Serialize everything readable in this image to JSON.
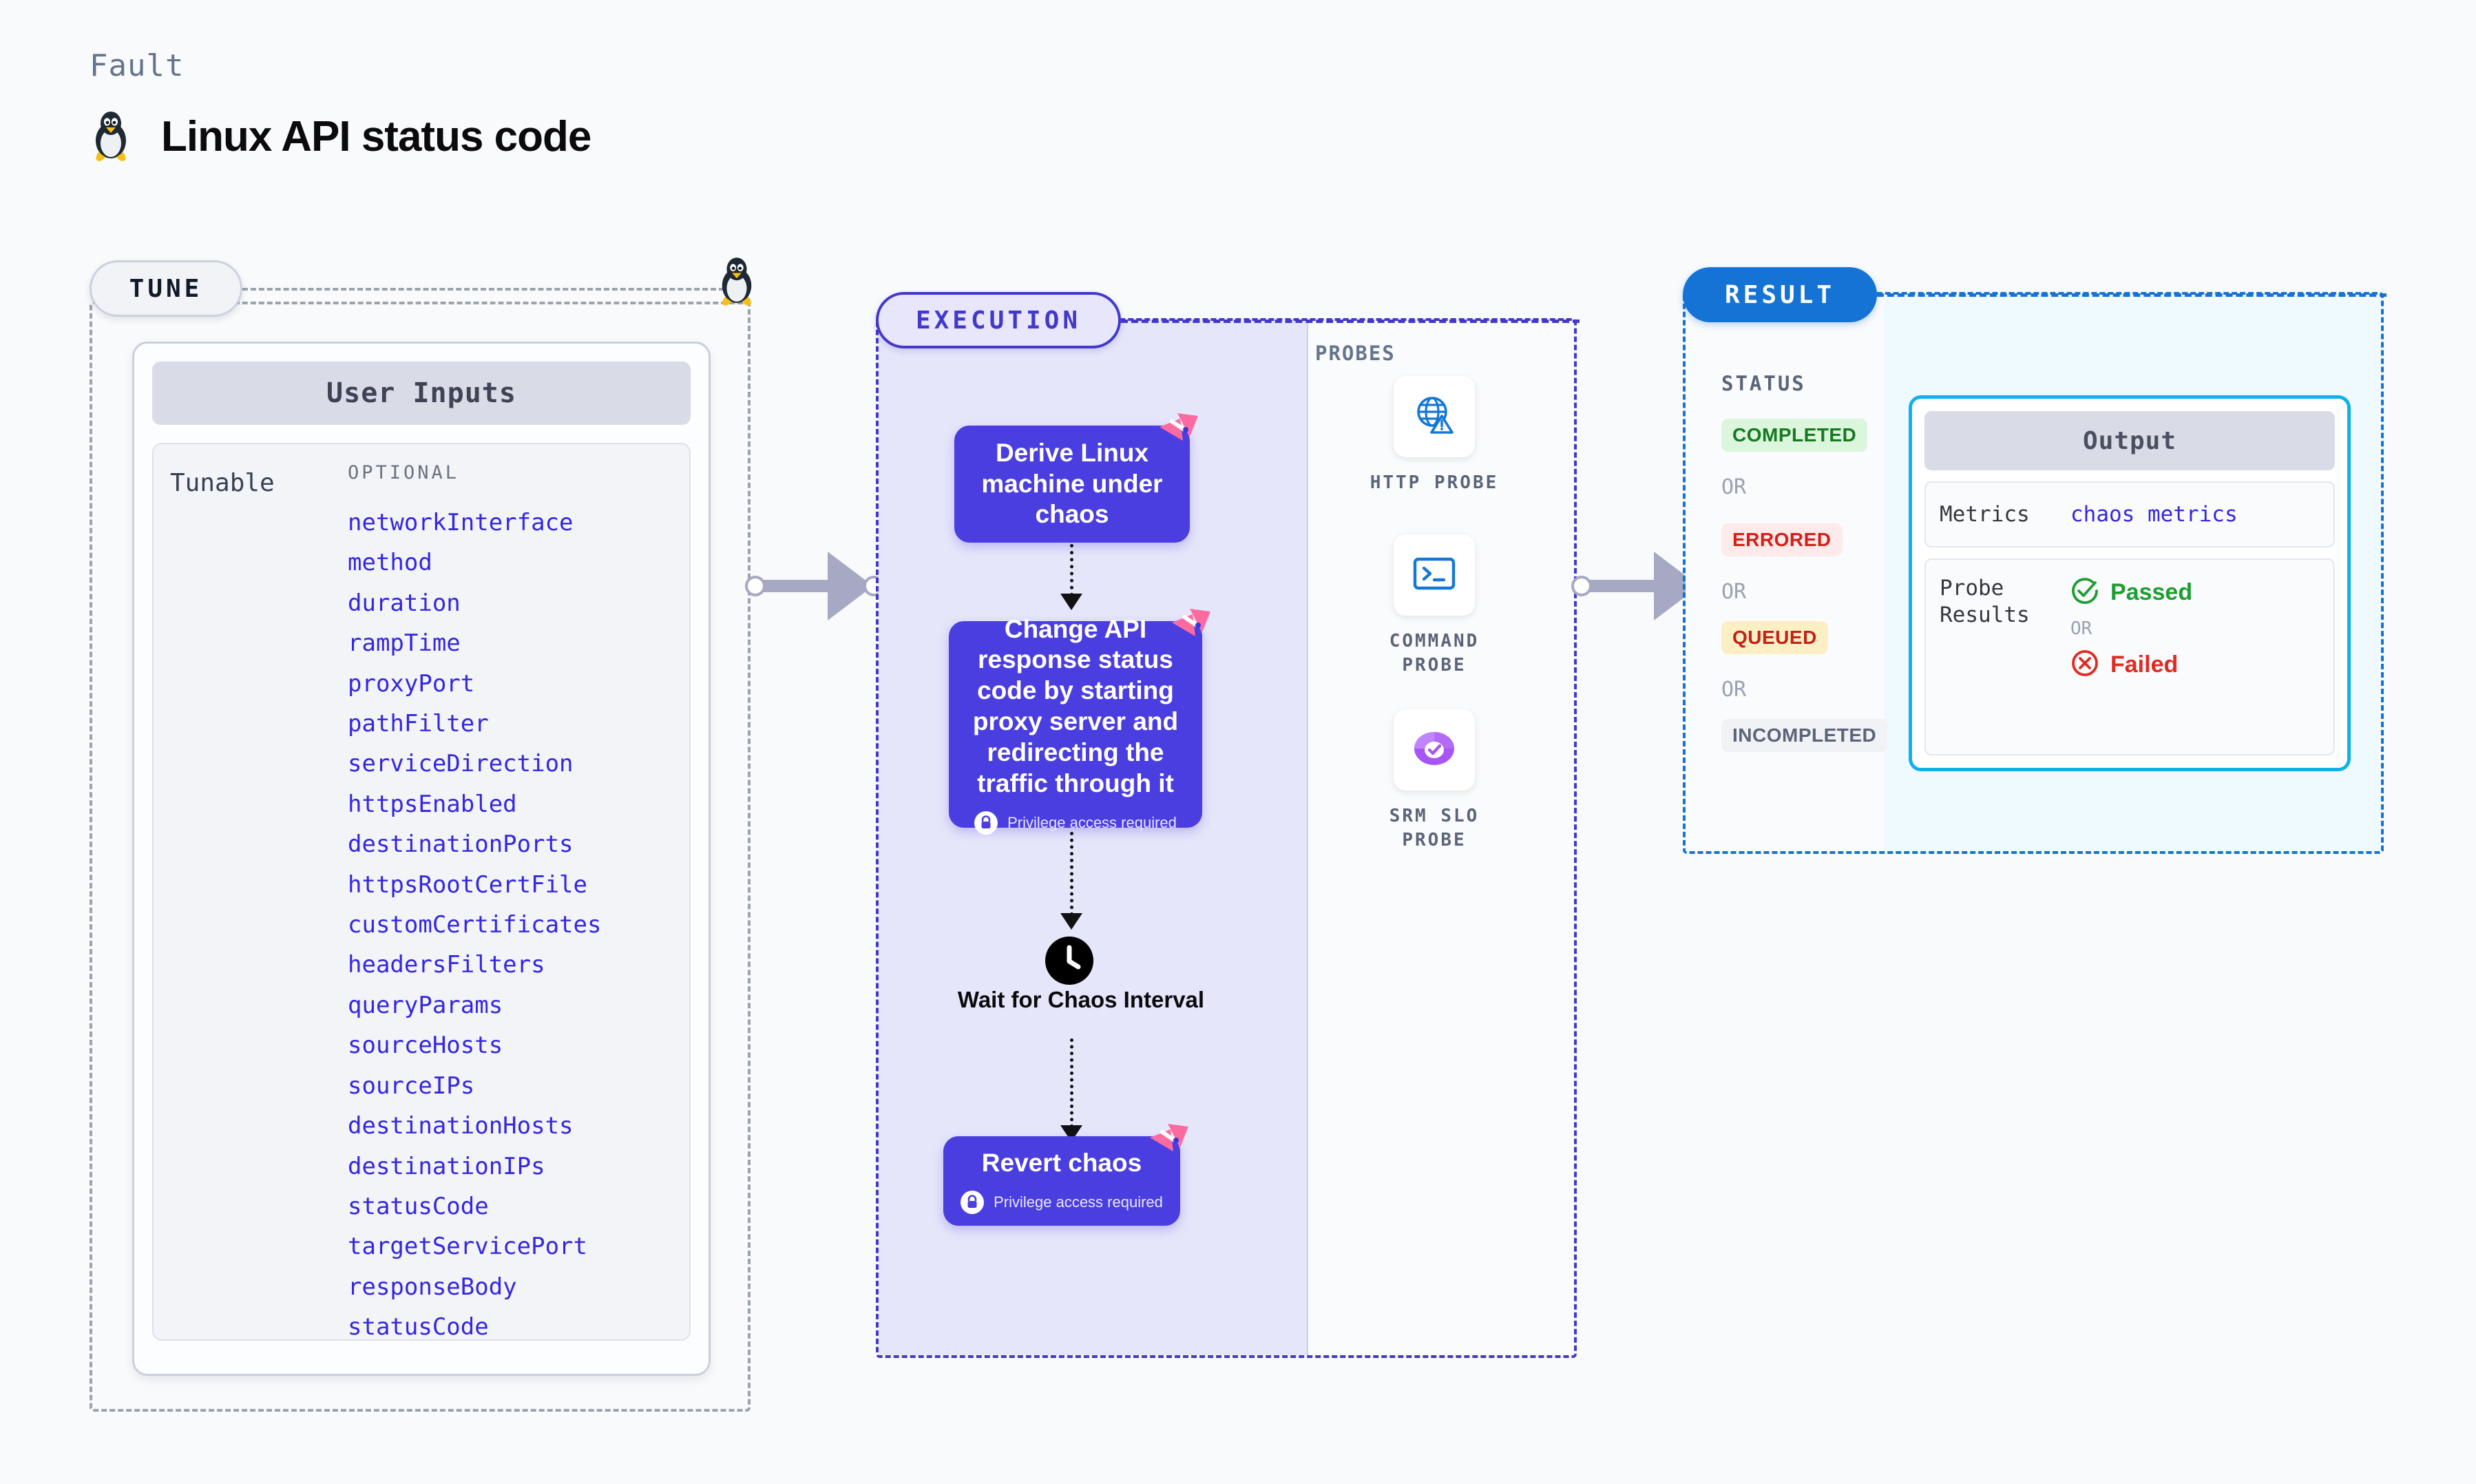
{
  "header": {
    "kicker": "Fault",
    "title": "Linux API status code",
    "icon": "linux-tux-icon"
  },
  "tune": {
    "badge": "TUNE",
    "icon": "linux-tux-icon",
    "card_title": "User Inputs",
    "tunable_label": "Tunable",
    "optional_label": "OPTIONAL",
    "params": [
      "networkInterface",
      "method",
      "duration",
      "rampTime",
      "proxyPort",
      "pathFilter",
      "serviceDirection",
      "httpsEnabled",
      "destinationPorts",
      "httpsRootCertFile",
      "customCertificates",
      "headersFilters",
      "queryParams",
      "sourceHosts",
      "sourceIPs",
      "destinationHosts",
      "destinationIPs",
      "statusCode",
      "targetServicePort",
      "responseBody",
      "statusCode"
    ]
  },
  "execution": {
    "badge": "EXECUTION",
    "nodes": [
      {
        "text": "Derive Linux machine under chaos",
        "privilege": null
      },
      {
        "text": "Change API response status code by starting proxy server and redirecting the traffic through it",
        "privilege": "Privilege access required"
      },
      {
        "text": "Revert chaos",
        "privilege": "Privilege access required"
      }
    ],
    "wait_label": "Wait for Chaos Interval",
    "wait_icon": "clock-icon",
    "probes_label": "PROBES",
    "probes": [
      {
        "name": "HTTP PROBE",
        "icon": "globe-warning-icon"
      },
      {
        "name": "COMMAND PROBE",
        "icon": "terminal-icon"
      },
      {
        "name": "SRM SLO PROBE",
        "icon": "slo-donut-check-icon"
      }
    ]
  },
  "result": {
    "badge": "RESULT",
    "status_label": "STATUS",
    "or_label": "OR",
    "statuses": [
      {
        "label": "COMPLETED",
        "bg": "#dcf5dd",
        "fg": "#157a20"
      },
      {
        "label": "ERRORED",
        "bg": "#fdeaea",
        "fg": "#d32017"
      },
      {
        "label": "QUEUED",
        "bg": "#fdefc4",
        "fg": "#c22218"
      },
      {
        "label": "INCOMPLETED",
        "bg": "#f1f2f6",
        "fg": "#5b6478"
      }
    ],
    "output": {
      "title": "Output",
      "metrics_key": "Metrics",
      "metrics_value": "chaos metrics",
      "probe_results_key": "Probe Results",
      "passed": "Passed",
      "failed": "Failed",
      "or_label": "OR"
    }
  },
  "colors": {
    "node_purple": "#4a3ee0",
    "execution_border": "#4338ca",
    "result_border": "#1573d6",
    "output_border": "#11b0e8",
    "param_blue": "#3526e0",
    "ribbon_pink": "#fb6ba0"
  }
}
